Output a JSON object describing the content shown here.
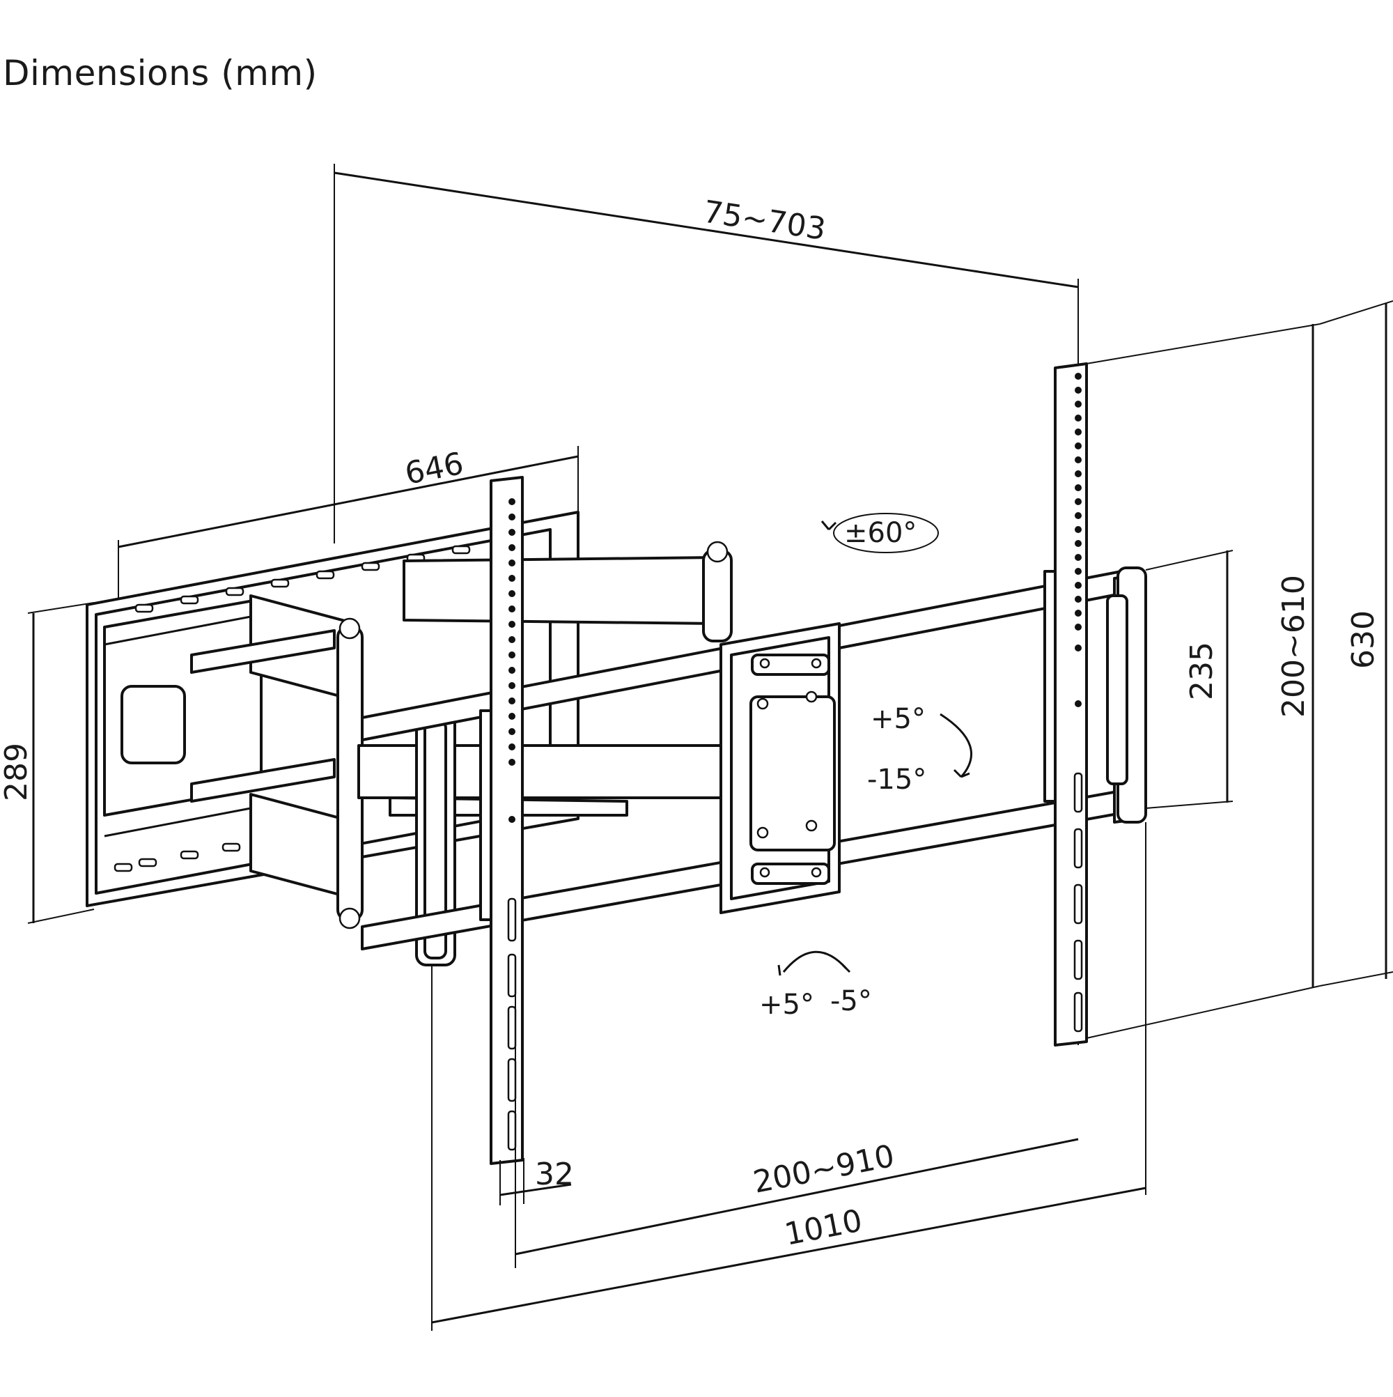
{
  "title": "Dimensions (mm)",
  "dimensions": {
    "arm_extension": "75~703",
    "wall_plate_width": "646",
    "wall_plate_height": "289",
    "vesa_horizontal": "200~910",
    "overall_width": "1010",
    "profile_depth": "32",
    "rail_spacing": "235",
    "vesa_vertical": "200~610",
    "overall_height": "630"
  },
  "angles": {
    "swivel": "±60°",
    "tilt_up": "+5°",
    "tilt_down": "-15°",
    "level_plus": "+5°",
    "level_minus": "-5°"
  }
}
